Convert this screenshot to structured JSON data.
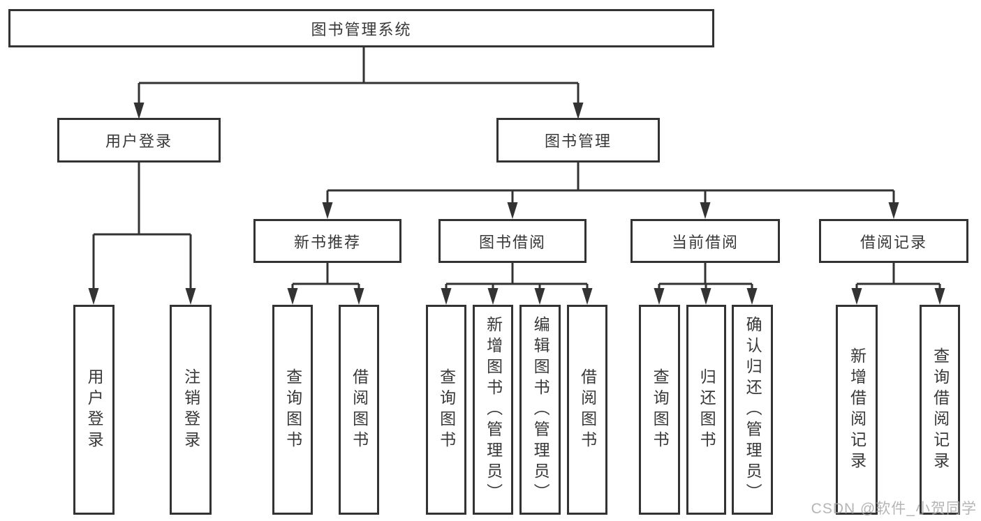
{
  "diagram": {
    "type": "hierarchy-tree",
    "line_color": "#333333",
    "box_border_color": "#333333",
    "text_color": "#383838",
    "tree": {
      "root": {
        "label": "图书管理系统",
        "children": [
          {
            "label": "用户登录",
            "children": [
              {
                "label": "用户登录"
              },
              {
                "label": "注销登录"
              }
            ]
          },
          {
            "label": "图书管理",
            "children": [
              {
                "label": "新书推荐",
                "children": [
                  {
                    "label": "查询图书"
                  },
                  {
                    "label": "借阅图书"
                  }
                ]
              },
              {
                "label": "图书借阅",
                "children": [
                  {
                    "label": "查询图书"
                  },
                  {
                    "label": "新增图书（管理员）"
                  },
                  {
                    "label": "编辑图书（管理员）"
                  },
                  {
                    "label": "借阅图书"
                  }
                ]
              },
              {
                "label": "当前借阅",
                "children": [
                  {
                    "label": "查询图书"
                  },
                  {
                    "label": "归还图书"
                  },
                  {
                    "label": "确认归还（管理员）"
                  }
                ]
              },
              {
                "label": "借阅记录",
                "children": [
                  {
                    "label": "新增借阅记录"
                  },
                  {
                    "label": "查询借阅记录"
                  }
                ]
              }
            ]
          }
        ]
      }
    }
  },
  "watermark": {
    "text": "CSDN @软件_小贺同学",
    "color": "#a8a8a8"
  }
}
